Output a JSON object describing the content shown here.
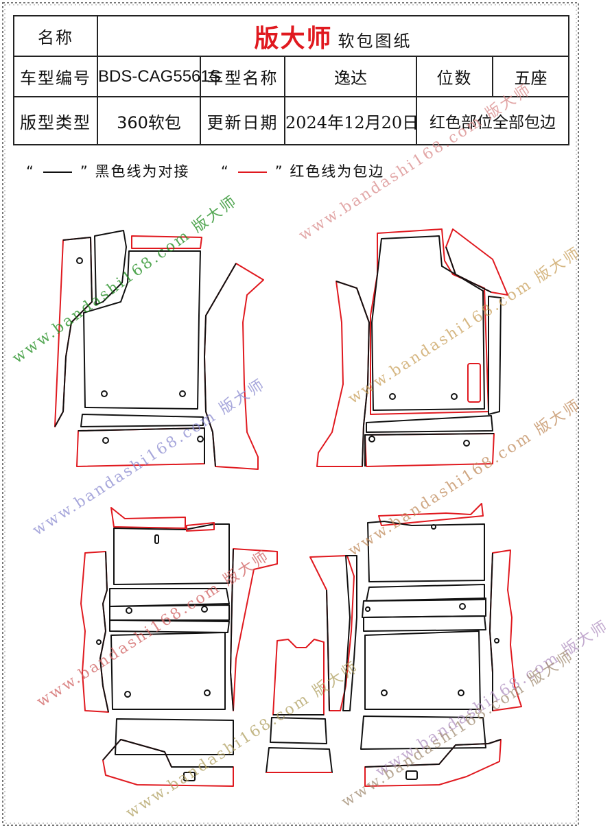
{
  "header": {
    "name_label": "名称",
    "brand": "版大师",
    "brand_sub": "软包图纸",
    "model_code_label": "车型编号",
    "model_code": "BDS-CAG5561S",
    "model_name_label": "车型名称",
    "model_name": "逸达",
    "seats_label": "位数",
    "seats": "五座",
    "pattern_type_label": "版型类型",
    "pattern_type": "360软包",
    "update_date_label": "更新日期",
    "update_date": "2024年12月20日",
    "note": "红色部位全部包边"
  },
  "legend": {
    "open_quote": "“",
    "close_quote": "”",
    "black_desc": "黑色线为对接",
    "red_desc": "红色线为包边"
  },
  "watermark": {
    "url": "www.bandashi168.com",
    "brand": "版大师"
  },
  "colors": {
    "edge_red": "#e0191f",
    "joint_black": "#111111"
  }
}
